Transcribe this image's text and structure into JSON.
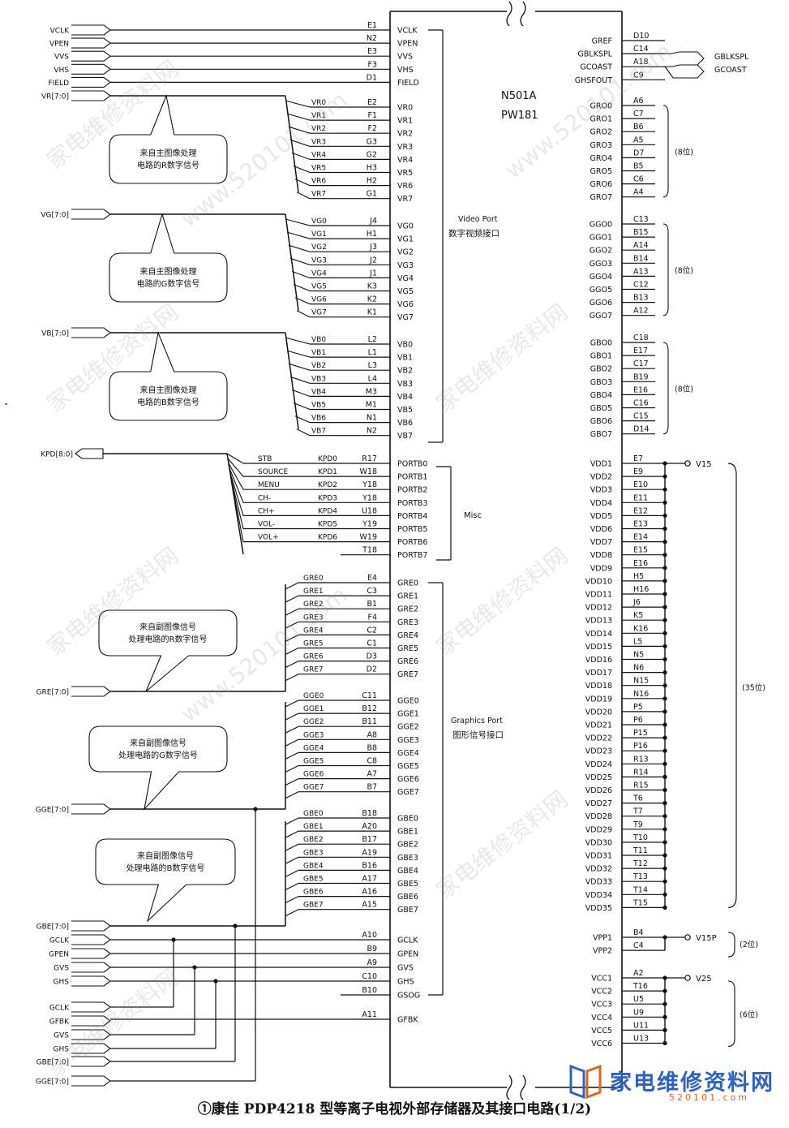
{
  "chip": {
    "name": "N501A",
    "model": "PW181"
  },
  "video_port": {
    "title_en": "Video Port",
    "title_cn": "数字视频接口"
  },
  "graphics_port": {
    "title_en": "Graphics Port",
    "title_cn": "图形信号接口"
  },
  "misc_label": "Misc",
  "top_signals": [
    {
      "name": "VCLK",
      "pin": "E1",
      "port": "VCLK"
    },
    {
      "name": "VPEN",
      "pin": "N2",
      "port": "VPEN"
    },
    {
      "name": "VVS",
      "pin": "E3",
      "port": "VVS"
    },
    {
      "name": "VHS",
      "pin": "F3",
      "port": "VHS"
    },
    {
      "name": "FIELD",
      "pin": "D1",
      "port": "FIELD"
    }
  ],
  "bus_r": {
    "label": "VR[7:0]",
    "note": "来自主图像处理\n电路的R数字信号",
    "nets": [
      "VR0",
      "VR1",
      "VR2",
      "VR3",
      "VR4",
      "VR5",
      "VR6",
      "VR7"
    ],
    "pins": [
      "E2",
      "F1",
      "F2",
      "G3",
      "G2",
      "H3",
      "H2",
      "G1"
    ]
  },
  "bus_g": {
    "label": "VG[7:0]",
    "note": "来自主图像处理\n电路的G数字信号",
    "nets": [
      "VG0",
      "VG1",
      "VG2",
      "VG3",
      "VG4",
      "VG5",
      "VG6",
      "VG7"
    ],
    "pins": [
      "J4",
      "H1",
      "J3",
      "J2",
      "J1",
      "K3",
      "K2",
      "K1"
    ]
  },
  "bus_b": {
    "label": "VB[7:0]",
    "note": "来自主图像处理\n电路的B数字信号",
    "nets": [
      "VB0",
      "VB1",
      "VB2",
      "VB3",
      "VB4",
      "VB5",
      "VB6",
      "VB7"
    ],
    "pins": [
      "L2",
      "L1",
      "L3",
      "L4",
      "M3",
      "M1",
      "N1",
      "N2"
    ]
  },
  "kpd": {
    "label": "KPD[8:0]",
    "keys": [
      "STB",
      "SOURCE",
      "MENU",
      "CH-",
      "CH+",
      "VOL-",
      "VOL+"
    ],
    "nets": [
      "KPD0",
      "KPD1",
      "KPD2",
      "KPD3",
      "KPD4",
      "KPD5",
      "KPD6"
    ],
    "pins": [
      "R17",
      "W18",
      "Y18",
      "Y18",
      "U18",
      "Y19",
      "W19",
      "T18"
    ],
    "ports": [
      "PORTB0",
      "PORTB1",
      "PORTB2",
      "PORTB3",
      "PORTB4",
      "PORTB5",
      "PORTB6",
      "PORTB7"
    ]
  },
  "bus_gre": {
    "label": "GRE[7:0]",
    "note": "来自副图像信号\n处理电路的R数字信号",
    "nets": [
      "GRE0",
      "GRE1",
      "GRE2",
      "GRE3",
      "GRE4",
      "GRE5",
      "GRE6",
      "GRE7"
    ],
    "pins": [
      "E4",
      "C3",
      "B1",
      "F4",
      "C2",
      "C1",
      "D3",
      "D2"
    ]
  },
  "bus_gge": {
    "label": "GGE[7:0]",
    "note": "来自副图像信号\n处理电路的G数字信号",
    "nets": [
      "GGE0",
      "GGE1",
      "GGE2",
      "GGE3",
      "GGE4",
      "GGE5",
      "GGE6",
      "GGE7"
    ],
    "pins": [
      "C11",
      "B12",
      "B11",
      "A8",
      "B8",
      "C8",
      "A7",
      "B7"
    ]
  },
  "bus_gbe": {
    "label": "GBE[7:0]",
    "note": "来自副图像信号\n处理电路的B数字信号",
    "nets": [
      "GBE0",
      "GBE1",
      "GBE2",
      "GBE3",
      "GBE4",
      "GBE5",
      "GBE6",
      "GBE7"
    ],
    "pins": [
      "B18",
      "A20",
      "B17",
      "A19",
      "B16",
      "A17",
      "A16",
      "A15"
    ]
  },
  "gfx_ctrl": {
    "left_upper": [
      "GBE[7:0]",
      "GCLK",
      "GPEN",
      "GVS",
      "GHS"
    ],
    "left_lower": [
      "GCLK",
      "GFBK",
      "GVS",
      "GHS",
      "GBE[7:0]",
      "GGE[7:0]"
    ],
    "pins": [
      "A10",
      "B9",
      "A9",
      "C10",
      "B10",
      "A11"
    ],
    "ports": [
      "GCLK",
      "GPEN",
      "GVS",
      "GHS",
      "GSOG",
      "GFBK"
    ]
  },
  "right_top": {
    "ports": [
      "GREF",
      "GBLKSPL",
      "GCOAST",
      "GHSFOUT"
    ],
    "pins": [
      "D10",
      "C14",
      "A18",
      "C9"
    ],
    "outputs": [
      "GBLKSPL",
      "GCOAST"
    ]
  },
  "gr_out": {
    "ports": [
      "GRO0",
      "GRO1",
      "GRO2",
      "GRO3",
      "GRO4",
      "GRO5",
      "GRO6",
      "GRO7"
    ],
    "pins": [
      "A6",
      "C7",
      "B6",
      "A5",
      "D7",
      "B5",
      "C6",
      "A4"
    ],
    "note": "(8位)"
  },
  "gg_out": {
    "ports": [
      "GGO0",
      "GGO1",
      "GGO2",
      "GGO3",
      "GGO4",
      "GGO5",
      "GGO6",
      "GGO7"
    ],
    "pins": [
      "C13",
      "B15",
      "A14",
      "B14",
      "A13",
      "C12",
      "B13",
      "A12"
    ],
    "note": "(8位)"
  },
  "gb_out": {
    "ports": [
      "GBO0",
      "GBO1",
      "GBO2",
      "GBO3",
      "GBO4",
      "GBO5",
      "GBO6",
      "GBO7"
    ],
    "pins": [
      "C18",
      "E17",
      "C17",
      "B19",
      "E16",
      "C16",
      "C15",
      "D14"
    ],
    "note": "(8位)"
  },
  "vdd": {
    "ports": [
      "VDD1",
      "VDD2",
      "VDD3",
      "VDD4",
      "VDD5",
      "VDD6",
      "VDD7",
      "VDD8",
      "VDD9",
      "VDD10",
      "VDD11",
      "VDD12",
      "VDD13",
      "VDD14",
      "VDD15",
      "VDD16",
      "VDD17",
      "VDD18",
      "VDD19",
      "VDD20",
      "VDD21",
      "VDD22",
      "VDD23",
      "VDD24",
      "VDD25",
      "VDD26",
      "VDD27",
      "VDD28",
      "VDD29",
      "VDD30",
      "VDD31",
      "VDD32",
      "VDD33",
      "VDD34",
      "VDD35"
    ],
    "pins": [
      "E7",
      "E9",
      "E10",
      "E11",
      "E12",
      "E13",
      "E14",
      "E15",
      "E16",
      "H5",
      "H16",
      "J6",
      "K5",
      "K16",
      "L5",
      "N5",
      "N6",
      "N15",
      "N16",
      "P5",
      "P6",
      "P15",
      "P16",
      "R13",
      "R14",
      "R15",
      "T6",
      "T7",
      "T9",
      "T10",
      "T11",
      "T12",
      "T13",
      "T14",
      "T15"
    ],
    "rail": "V15",
    "note": "(35位)"
  },
  "vpp": {
    "ports": [
      "VPP1",
      "VPP2"
    ],
    "pins": [
      "B4",
      "C4"
    ],
    "rail": "V15P",
    "note": "(2位)"
  },
  "vcc": {
    "ports": [
      "VCC1",
      "VCC2",
      "VCC3",
      "VCC4",
      "VCC5",
      "VCC6"
    ],
    "pins": [
      "A2",
      "T16",
      "U5",
      "U9",
      "U11",
      "U13"
    ],
    "rail": "V25",
    "note": "(6位)"
  },
  "caption": "①康佳 PDP4218 型等离子电视外部存储器及其接口电路(1/2)",
  "watermarks": [
    "家电维修资料网",
    "www.520101.com"
  ],
  "logo": {
    "text": "家电维修资料网",
    "sub": "520101.com"
  }
}
